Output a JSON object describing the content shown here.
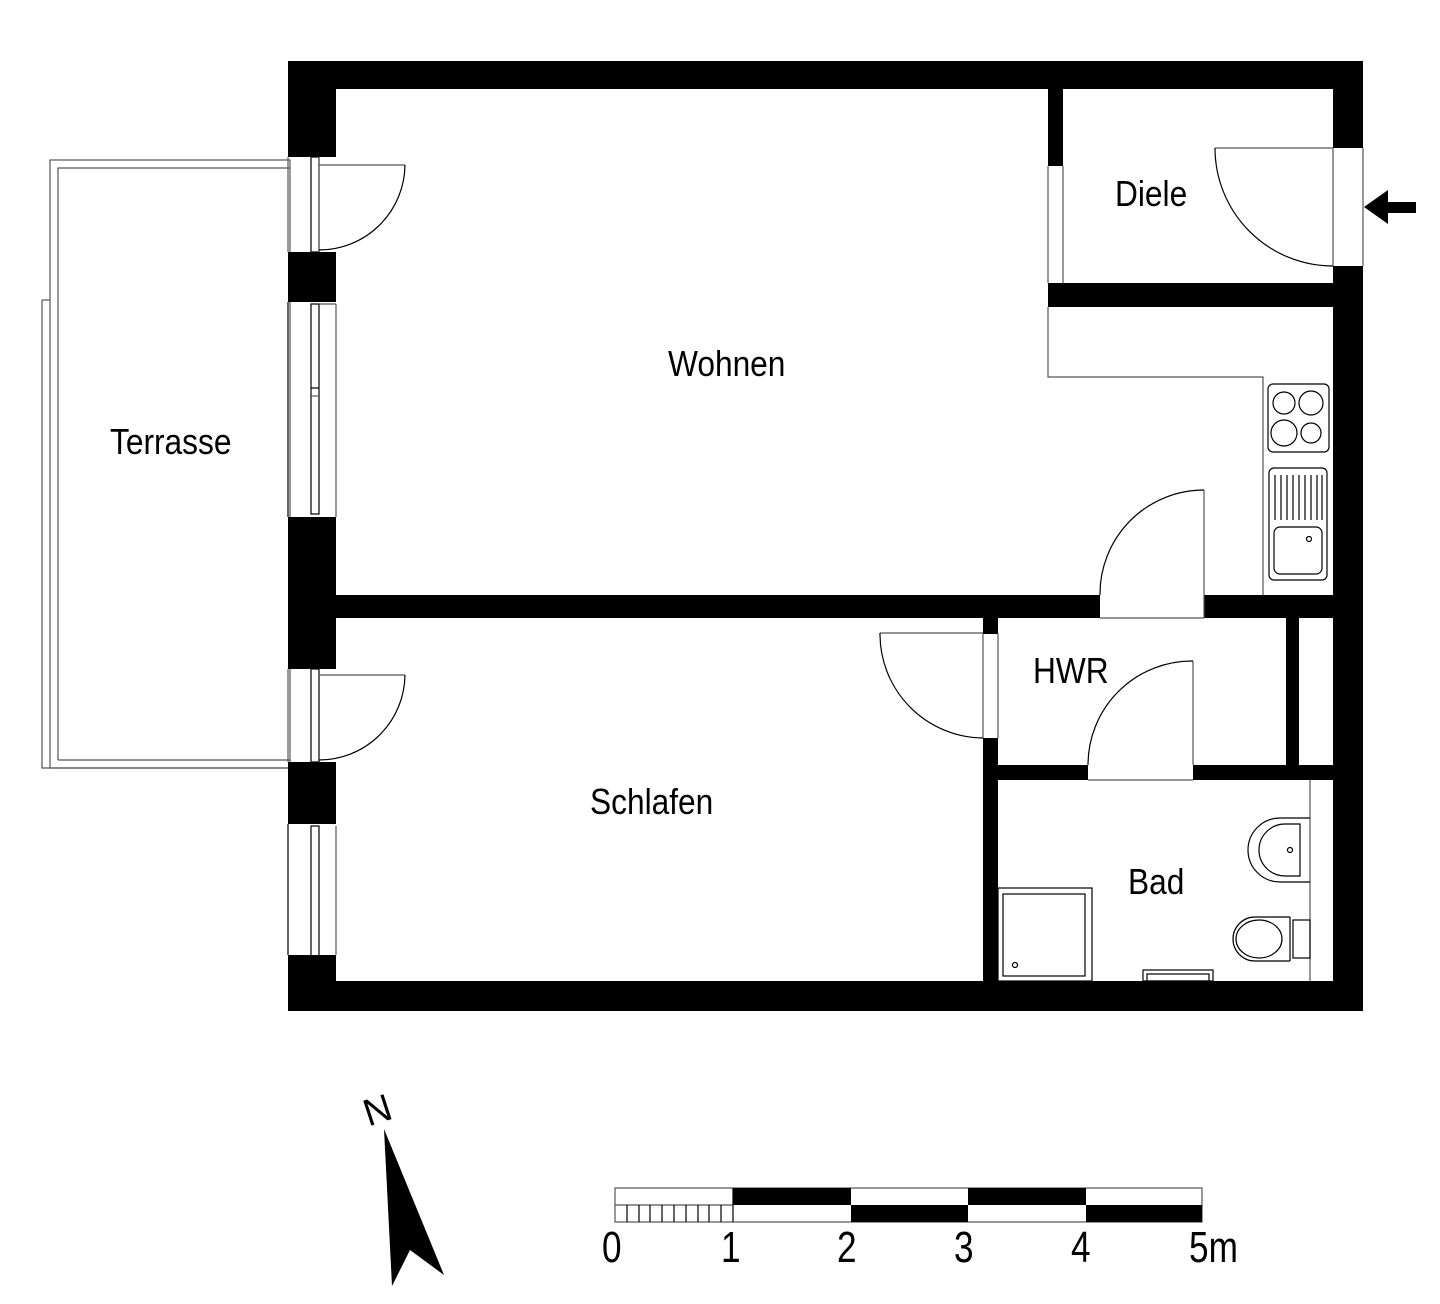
{
  "plan": {
    "rooms": [
      {
        "id": "wohnen",
        "label": "Wohnen"
      },
      {
        "id": "diele",
        "label": "Diele"
      },
      {
        "id": "terrasse",
        "label": "Terrasse"
      },
      {
        "id": "schlafen",
        "label": "Schlafen"
      },
      {
        "id": "hwr",
        "label": "HWR"
      },
      {
        "id": "bad",
        "label": "Bad"
      }
    ],
    "entrance": {
      "icon": "entrance-arrow-icon"
    },
    "fixtures": [
      "stove-cooktop-icon",
      "kitchen-sink-icon",
      "washbasin-icon",
      "toilet-icon",
      "shower-tray-icon",
      "bathtub-edge-icon"
    ]
  },
  "compass": {
    "label": "N",
    "icon": "north-arrow-icon"
  },
  "scale_bar": {
    "ticks": [
      "0",
      "1",
      "2",
      "3",
      "4",
      "5m"
    ],
    "unit": "m"
  },
  "colors": {
    "wall": "#000000",
    "background": "#ffffff",
    "line": "#555555"
  }
}
